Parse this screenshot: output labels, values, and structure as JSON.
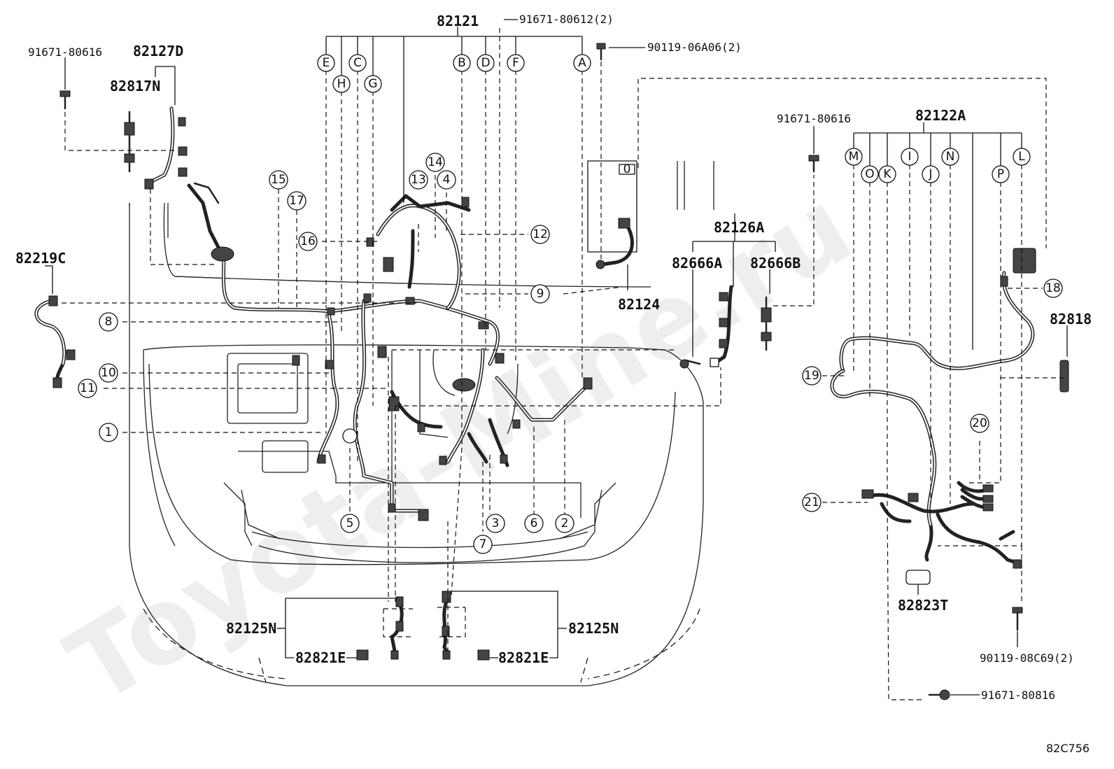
{
  "watermark": "Toyota-Mine.ru",
  "diagram_code": "82C756",
  "parts": {
    "p82121": "82121",
    "p82127D": "82127D",
    "p82817N": "82817N",
    "p82219C": "82219C",
    "p82124": "82124",
    "p82126A": "82126A",
    "p82666A": "82666A",
    "p82666B": "82666B",
    "p82122A": "82122A",
    "p82818": "82818",
    "p82823T": "82823T",
    "p82125N_left": "82125N",
    "p82125N_right": "82125N",
    "p82821E_left": "82821E",
    "p82821E_right": "82821E",
    "b91671_80616_left": "91671-80616",
    "b91671_80612": "91671-80612(2)",
    "b90119_06A06": "90119-06A06(2)",
    "b91671_80616_right": "91671-80616",
    "b90119_08C69": "90119-08C69(2)",
    "b91671_80816": "91671-80816"
  },
  "letters_82121": [
    "E",
    "H",
    "C",
    "G",
    "B",
    "D",
    "F",
    "A"
  ],
  "letters_82122A": [
    "M",
    "O",
    "K",
    "I",
    "J",
    "N",
    "P",
    "L"
  ],
  "callouts": [
    "1",
    "2",
    "3",
    "4",
    "5",
    "6",
    "7",
    "8",
    "9",
    "10",
    "11",
    "12",
    "13",
    "14",
    "15",
    "16",
    "17",
    "18",
    "19",
    "20",
    "21"
  ],
  "bracket_label": "0"
}
